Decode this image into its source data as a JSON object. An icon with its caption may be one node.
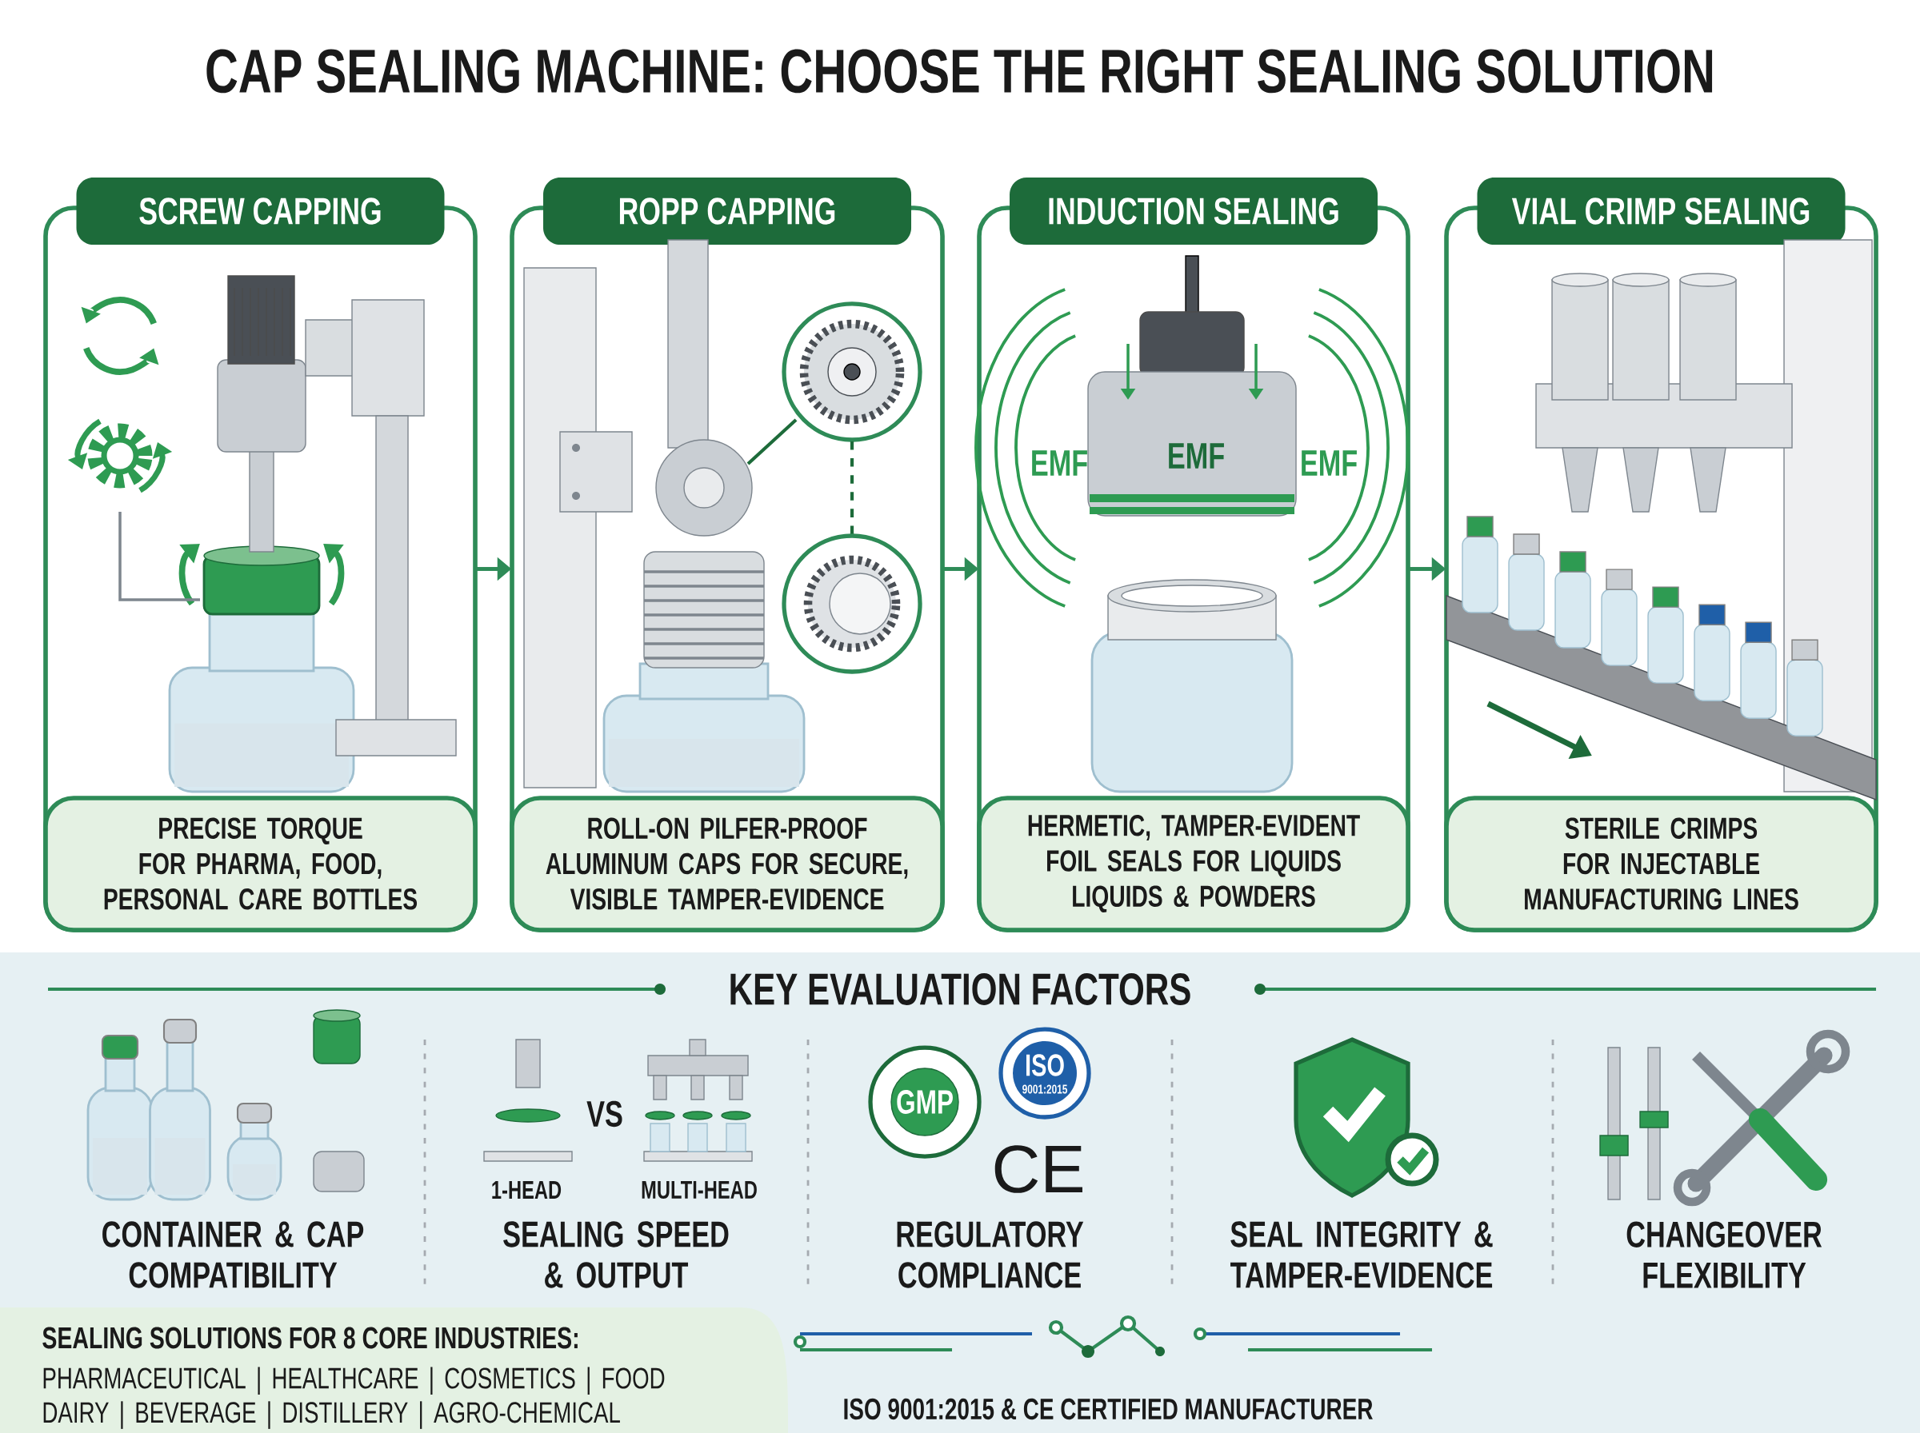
{
  "diagram": {
    "title": "CAP SEALING MACHINE: CHOOSE THE RIGHT SEALING SOLUTION",
    "nodes": [
      {
        "text": [
          "SCREW CAPPING",
          "PRECISE TORQUE FOR PHARMA, FOOD, PERSONAL CARE BOTTLES"
        ]
      },
      {
        "text": [
          "ROPP CAPPING",
          "ROLL-ON PILFER-PROOF ALUMINUM CAPS FOR SECURE, VISIBLE TAMPER-EVIDENCE"
        ]
      },
      {
        "text": [
          "INDUCTION SEALING",
          "HERMETIC, TAMPER-EVIDENT FOIL SEALS FOR LIQUIDS LIQUIDS & POWDERS"
        ]
      },
      {
        "text": [
          "VIAL CRIMP SEALING",
          "STERILE CRIMPS FOR INJECTABLE MANUFACTURING LINES"
        ]
      },
      {
        "text": [
          "SEALING SOLUTIONS FOR 8 CORE INDUSTRIES:",
          "PHARMACEUTICAL | HEALTHCARE | COSMETICS | FOOD DAIRY | BEVERAGE | DISTILLERY | AGRO-CHEMICAL"
        ]
      }
    ],
    "edges": [
      {
        "from": 0,
        "to": 1,
        "arrow": "to"
      },
      {
        "from": 1,
        "to": 2,
        "arrow": "to"
      },
      {
        "from": 2,
        "to": 3,
        "arrow": "to"
      }
    ],
    "labels": [
      "EMF",
      "EMF",
      "EMF",
      "KEY EVALUATION FACTORS",
      "1-HEAD",
      "VS",
      "MULTI-HEAD",
      "GMP",
      "ISO",
      "9001:2015",
      "CE",
      "CONTAINER & CAP COMPATIBILITY",
      "SEALING SPEED & OUTPUT",
      "REGULATORY COMPLIANCE",
      "SEAL INTEGRITY & TAMPER-EVIDENCE",
      "CHANGEOVER FLEXIBILITY",
      "ISO 9001:2015 & CE CERTIFIED MANUFACTURER"
    ]
  }
}
